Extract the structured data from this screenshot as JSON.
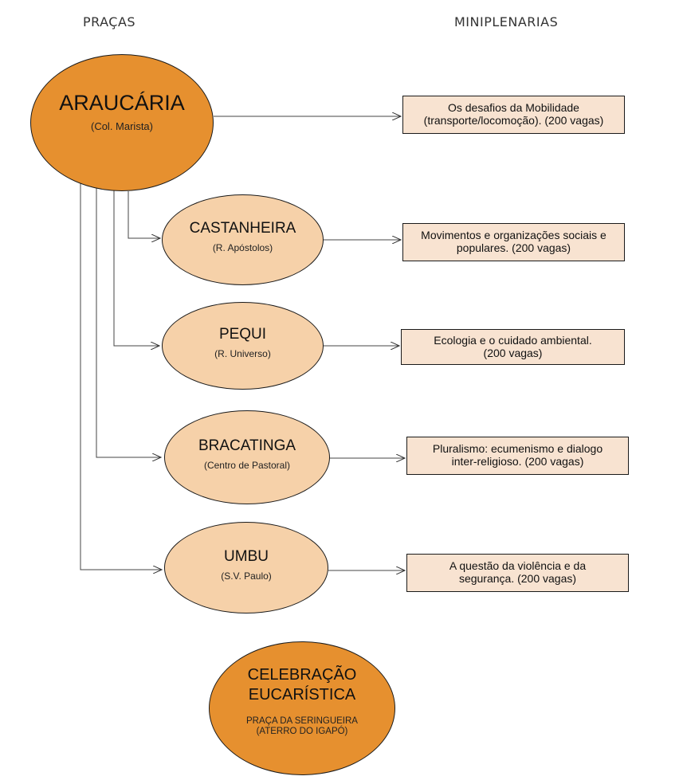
{
  "headers": {
    "left": "PRAÇAS",
    "right": "MINIPLENARIAS"
  },
  "main_praca": {
    "name": "ARAUCÁRIA",
    "location": "(Col. Marista)"
  },
  "pracas": [
    {
      "name": "CASTANHEIRA",
      "location": "(R. Apóstolos)"
    },
    {
      "name": "PEQUI",
      "location": "(R. Universo)"
    },
    {
      "name": "BRACATINGA",
      "location": "(Centro de Pastoral)"
    },
    {
      "name": "UMBU",
      "location": "(S.V. Paulo)"
    }
  ],
  "miniplenarias": [
    "Os desafios da Mobilidade\n(transporte/locomoção).  (200 vagas)",
    "Movimentos e organizações sociais e\npopulares.  (200 vagas)",
    "Ecologia e o cuidado ambiental.\n(200 vagas)",
    "Pluralismo: ecumenismo e dialogo\ninter-religioso.   (200 vagas)",
    "A questão da violência e da\nsegurança.  (200 vagas)"
  ],
  "celebracao": {
    "title_line1": "CELEBRAÇÃO",
    "title_line2": "EUCARÍSTICA",
    "location_line1": "PRAÇA DA SERINGUEIRA",
    "location_line2": "(ATERRO DO IGAPÓ)"
  },
  "colors": {
    "main_fill": "#e6902f",
    "secondary_fill": "#f6d1a9",
    "box_fill": "#f8e3d1",
    "stroke": "#1a1a1a"
  }
}
